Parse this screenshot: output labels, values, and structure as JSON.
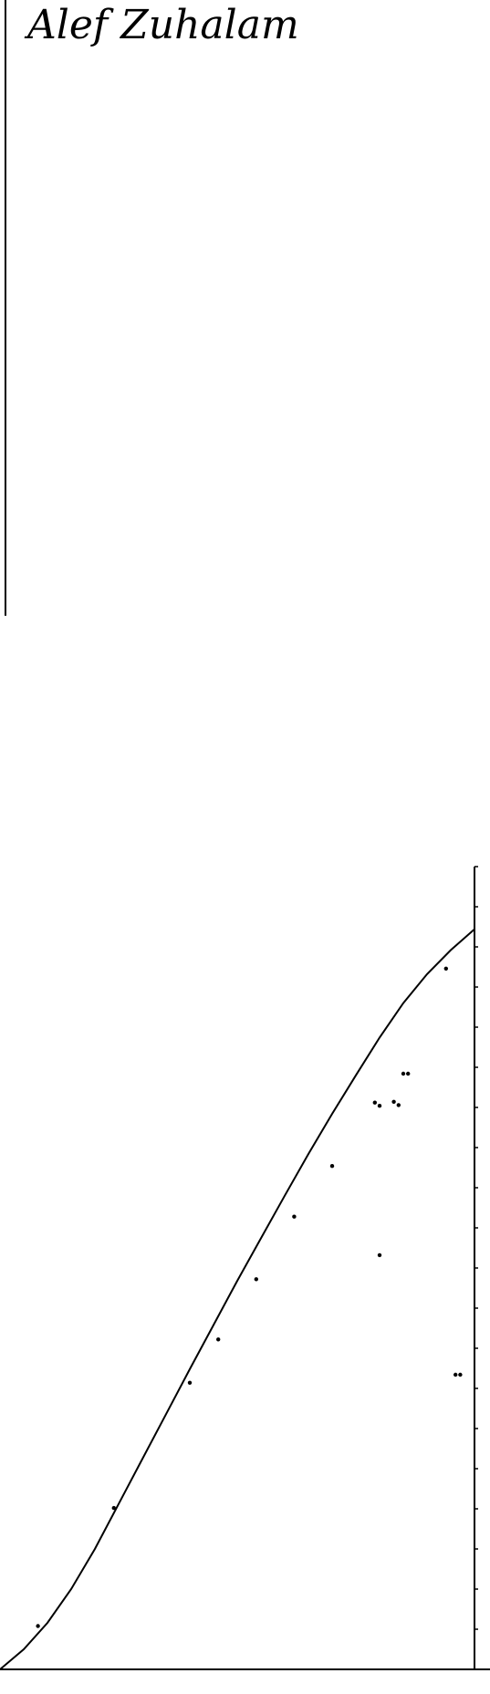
{
  "header": {
    "handwritten_title": "Alef Zuhalam"
  },
  "chart_data": {
    "type": "scatter",
    "title": "",
    "xlabel": "",
    "ylabel": "",
    "xlim": [
      0,
      1
    ],
    "ylim": [
      0,
      1
    ],
    "grid": false,
    "legend": "none",
    "series": [
      {
        "values_xy": [
          [
            0.08,
            0.054
          ],
          [
            0.24,
            0.201
          ],
          [
            0.4,
            0.357
          ],
          [
            0.46,
            0.411
          ],
          [
            0.54,
            0.486
          ],
          [
            0.62,
            0.564
          ],
          [
            0.7,
            0.627
          ],
          [
            0.8,
            0.702
          ],
          [
            0.83,
            0.707
          ],
          [
            0.84,
            0.703
          ],
          [
            0.85,
            0.742
          ],
          [
            0.86,
            0.742
          ],
          [
            0.79,
            0.706
          ],
          [
            0.94,
            0.873
          ],
          [
            0.96,
            0.367
          ],
          [
            0.97,
            0.367
          ],
          [
            0.8,
            0.516
          ]
        ]
      }
    ],
    "fit_curve": [
      [
        0.0,
        0.0
      ],
      [
        0.05,
        0.025
      ],
      [
        0.1,
        0.058
      ],
      [
        0.15,
        0.1
      ],
      [
        0.2,
        0.15
      ],
      [
        0.25,
        0.206
      ],
      [
        0.3,
        0.262
      ],
      [
        0.35,
        0.318
      ],
      [
        0.4,
        0.374
      ],
      [
        0.45,
        0.429
      ],
      [
        0.5,
        0.484
      ],
      [
        0.55,
        0.537
      ],
      [
        0.6,
        0.59
      ],
      [
        0.65,
        0.642
      ],
      [
        0.7,
        0.692
      ],
      [
        0.75,
        0.74
      ],
      [
        0.8,
        0.787
      ],
      [
        0.85,
        0.83
      ],
      [
        0.9,
        0.866
      ],
      [
        0.95,
        0.896
      ],
      [
        1.0,
        0.922
      ]
    ],
    "colors": {
      "ink": "#000000",
      "background": "#ffffff"
    }
  }
}
